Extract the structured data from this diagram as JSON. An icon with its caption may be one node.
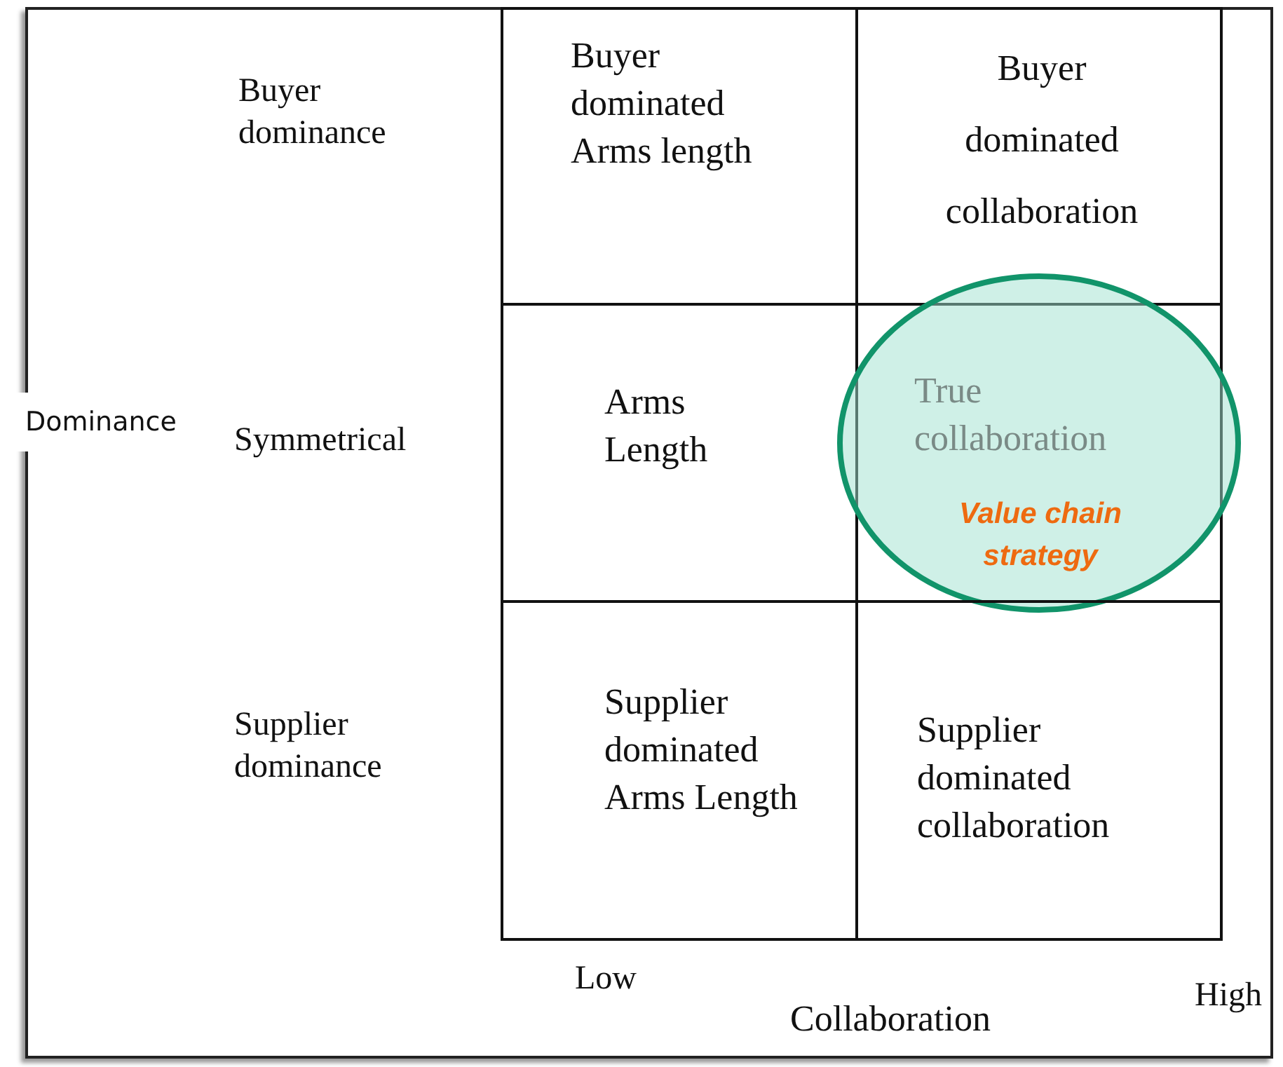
{
  "diagram": {
    "nodes": [
      {
        "text": [
          "Buyer dominated Arms length"
        ]
      },
      {
        "text": [
          "Buyer dominated collaboration"
        ]
      },
      {
        "text": [
          "Arms Length"
        ]
      },
      {
        "text": [
          "True collaboration",
          "Value chain strategy"
        ]
      },
      {
        "text": [
          "Supplier dominated Arms Length"
        ]
      },
      {
        "text": [
          "Supplier dominated collaboration"
        ]
      }
    ],
    "labels": [
      "Buyer dominance",
      "Dominance",
      "Symmetrical",
      "Supplier dominance",
      "Low",
      "High",
      "Collaboration"
    ]
  }
}
